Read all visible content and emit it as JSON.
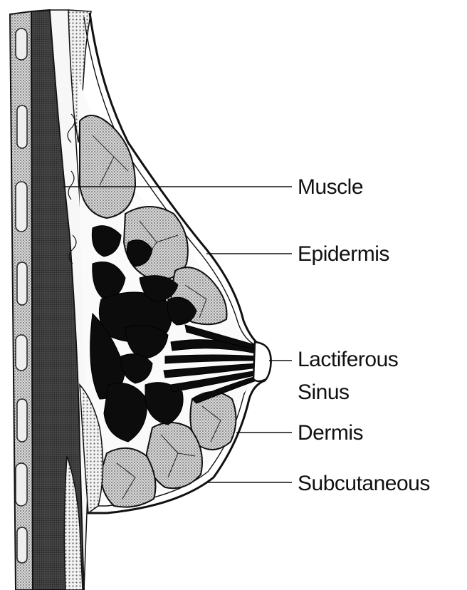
{
  "labels": {
    "muscle": "Muscle",
    "epidermis": "Epidermis",
    "lactiferous_line1": "Lactiferous",
    "lactiferous_line2": "Sinus",
    "dermis": "Dermis",
    "subcutaneous": "Subcutaneous"
  },
  "colors": {
    "ink": "#111111",
    "background": "#ffffff"
  }
}
